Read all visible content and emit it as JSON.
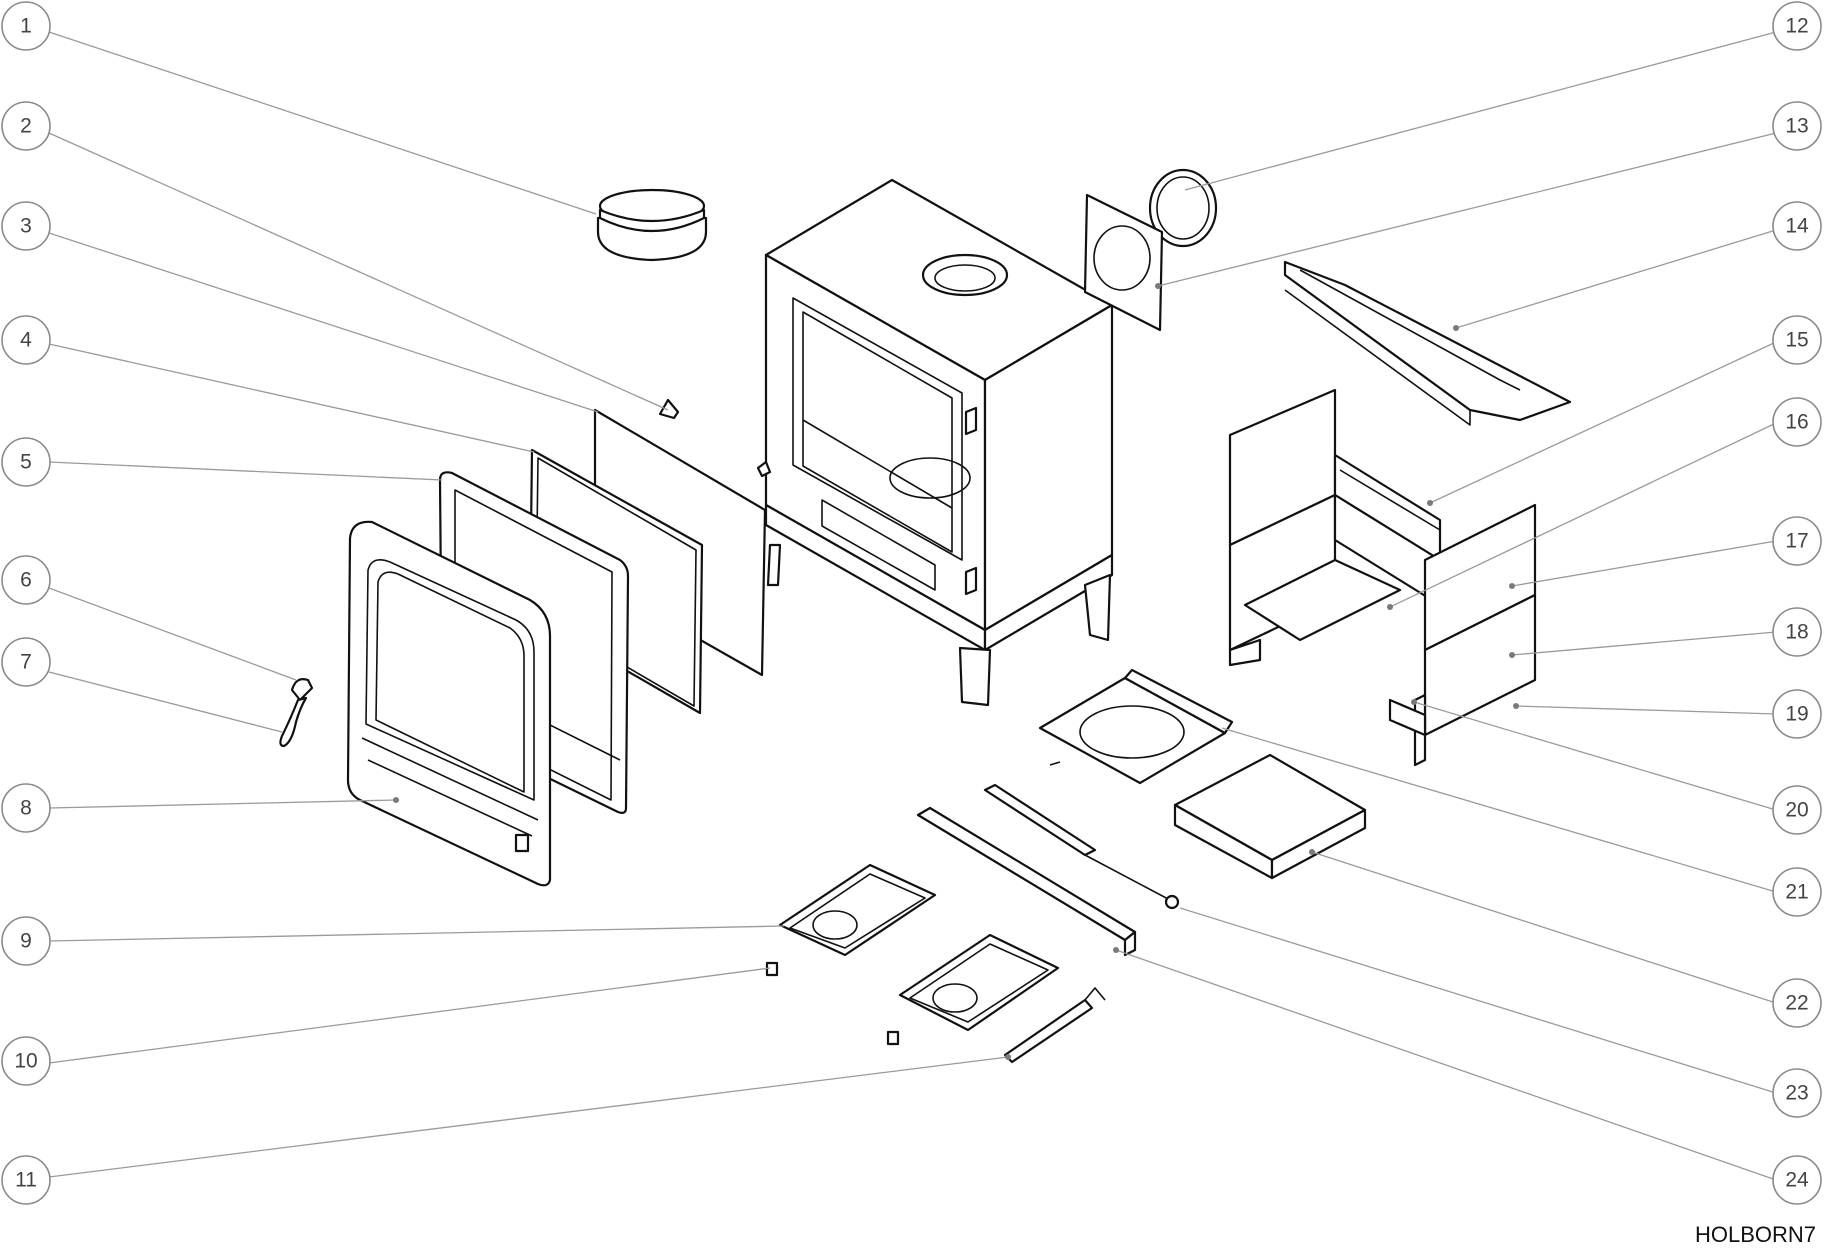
{
  "diagram": {
    "model_code": "HOLBORN7",
    "callouts": [
      "1",
      "2",
      "3",
      "4",
      "5",
      "6",
      "7",
      "8",
      "9",
      "10",
      "11",
      "12",
      "13",
      "14",
      "15",
      "16",
      "17",
      "18",
      "19",
      "20",
      "21",
      "22",
      "23",
      "24"
    ]
  }
}
